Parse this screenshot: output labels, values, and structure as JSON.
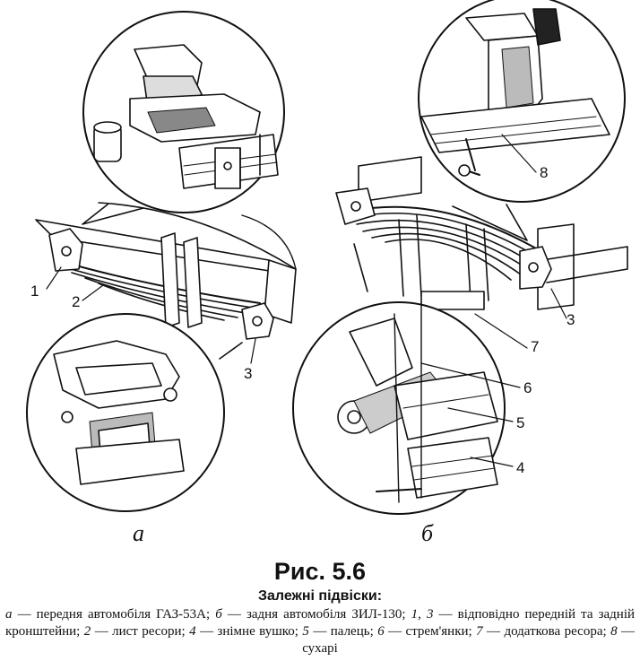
{
  "figure": {
    "labels": {
      "n1": "1",
      "n2": "2",
      "n3a": "3",
      "n3b": "3",
      "n4": "4",
      "n5": "5",
      "n6": "6",
      "n7": "7",
      "n8": "8"
    },
    "subfigures": {
      "a": "а",
      "b": "б"
    }
  },
  "caption": {
    "title": "Рис. 5.6",
    "subtitle": "Залежні підвіски:",
    "legend": [
      {
        "key": "а",
        "text": " — передня автомобіля ГАЗ-53А; "
      },
      {
        "key": "б",
        "text": " — задня автомобіля ЗИЛ-130; "
      },
      {
        "key": "1, 3",
        "text": " — відповідно передній та задній кронштейни; "
      },
      {
        "key": "2",
        "text": " — лист ресори; "
      },
      {
        "key": "4",
        "text": " — знімне вушко; "
      },
      {
        "key": "5",
        "text": " — палець; "
      },
      {
        "key": "6",
        "text": " — стрем'янки; "
      },
      {
        "key": "7",
        "text": " — додаткова ресора; "
      },
      {
        "key": "8",
        "text": " — сухарі"
      }
    ]
  }
}
